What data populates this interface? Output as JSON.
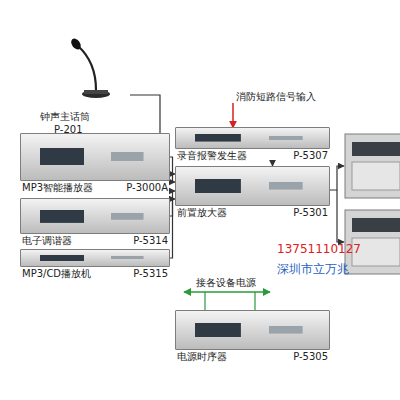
{
  "diagram": {
    "nodes": [
      {
        "text": [
          "钟声主话筒",
          "P-201"
        ]
      },
      {
        "text": [
          "MP3智能播放器",
          "P-3000A"
        ]
      },
      {
        "text": [
          "电子调谐器",
          "P-5314"
        ]
      },
      {
        "text": [
          "MP3/CD播放机",
          "P-5315"
        ]
      },
      {
        "text": [
          "录音报警发生器",
          "P-5307"
        ]
      },
      {
        "text": [
          "前置放大器",
          "P-5301"
        ]
      },
      {
        "text": [
          "电源时序器",
          "P-5305"
        ]
      }
    ],
    "edges": [
      {
        "from": 0,
        "to": 5,
        "arrow": "to"
      },
      {
        "from": 1,
        "to": 5,
        "arrow": "to"
      },
      {
        "from": 2,
        "to": 5,
        "arrow": "to"
      },
      {
        "from": 3,
        "to": 5,
        "arrow": "to"
      },
      {
        "from": 4,
        "to": 5,
        "arrow": "to"
      }
    ],
    "labels": [
      "消防短路信号输入",
      "接各设备电源",
      "13751110127",
      "深圳市立万兆"
    ]
  }
}
